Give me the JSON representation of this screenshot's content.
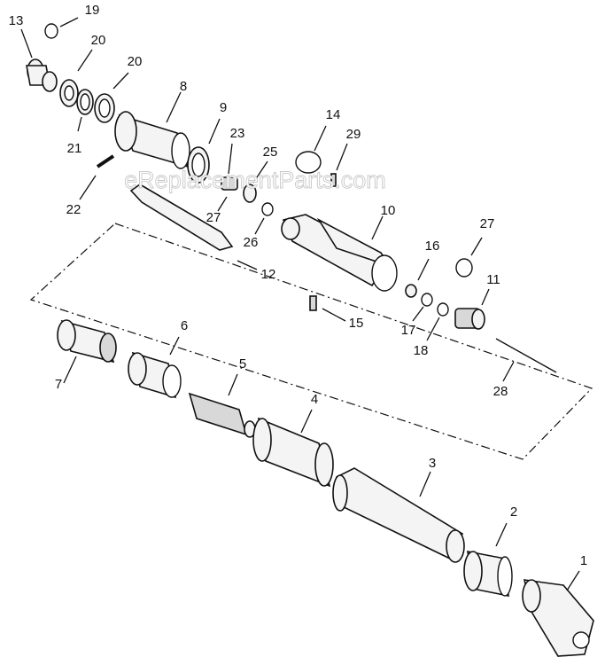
{
  "watermark": "eReplacementParts.com",
  "callouts": [
    {
      "id": "c1",
      "text": "1"
    },
    {
      "id": "c2",
      "text": "2"
    },
    {
      "id": "c3",
      "text": "3"
    },
    {
      "id": "c4",
      "text": "4"
    },
    {
      "id": "c5",
      "text": "5"
    },
    {
      "id": "c6",
      "text": "6"
    },
    {
      "id": "c7",
      "text": "7"
    },
    {
      "id": "c8",
      "text": "8"
    },
    {
      "id": "c9",
      "text": "9"
    },
    {
      "id": "c10",
      "text": "10"
    },
    {
      "id": "c11",
      "text": "11"
    },
    {
      "id": "c12",
      "text": "12"
    },
    {
      "id": "c13",
      "text": "13"
    },
    {
      "id": "c14",
      "text": "14"
    },
    {
      "id": "c15",
      "text": "15"
    },
    {
      "id": "c16",
      "text": "16"
    },
    {
      "id": "c17",
      "text": "17"
    },
    {
      "id": "c18",
      "text": "18"
    },
    {
      "id": "c19",
      "text": "19"
    },
    {
      "id": "c20a",
      "text": "20"
    },
    {
      "id": "c20b",
      "text": "20"
    },
    {
      "id": "c21",
      "text": "21"
    },
    {
      "id": "c22",
      "text": "22"
    },
    {
      "id": "c23",
      "text": "23"
    },
    {
      "id": "c25",
      "text": "25"
    },
    {
      "id": "c26",
      "text": "26"
    },
    {
      "id": "c27a",
      "text": "27"
    },
    {
      "id": "c27b",
      "text": "27"
    },
    {
      "id": "c28",
      "text": "28"
    },
    {
      "id": "c29",
      "text": "29"
    }
  ]
}
